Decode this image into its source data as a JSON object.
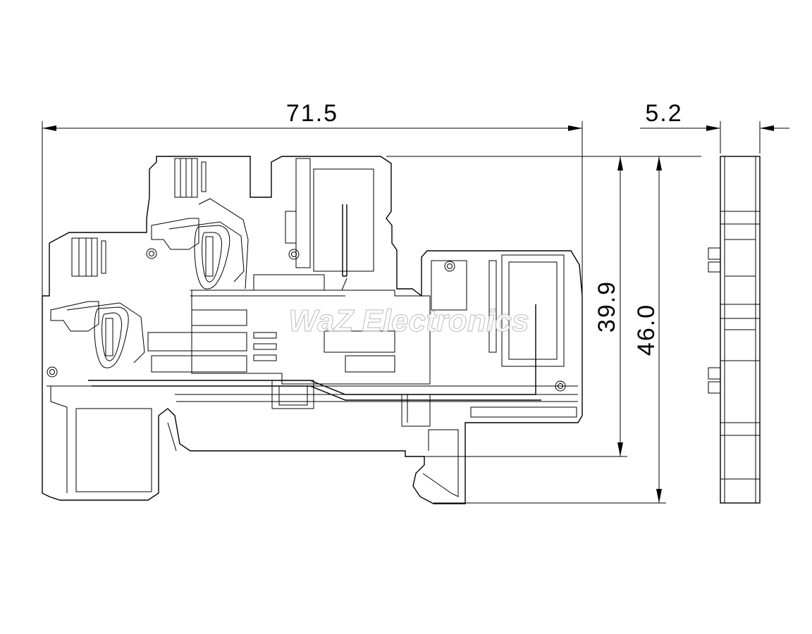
{
  "dimensions": {
    "width": "71.5",
    "thickness": "5.2",
    "height_inner": "39.9",
    "height_total": "46.0"
  },
  "watermark": "WaZ Electronics",
  "colors": {
    "line": "#000000",
    "background": "#ffffff",
    "watermark_outline": "#bdbdbd"
  }
}
